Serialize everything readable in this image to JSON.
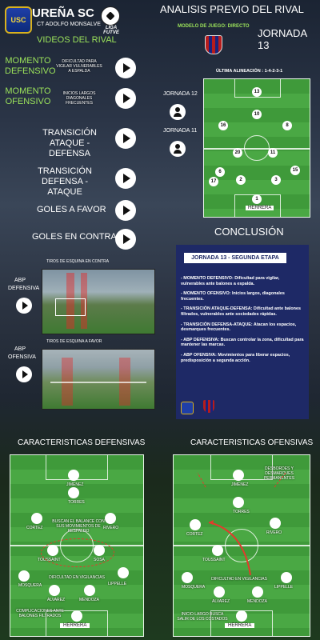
{
  "header": {
    "team_name": "UREÑA SC",
    "coach": "CT ADOLFO MONSALVE",
    "logo_text": "USC",
    "futve_label": "LIGA FUTVE",
    "main_title": "ANALISIS PREVIO DEL RIVAL",
    "game_model": "MODELO DE JUEGO: DIRECTO",
    "jornada": "JORNADA 13",
    "videos_title": "VIDEOS DEL RIVAL"
  },
  "videos": [
    {
      "label": "MOMENTO DEFENSIVO",
      "desc": "DIFICULTAD PARA VIGILAR VULNERABLES A ESPALDA"
    },
    {
      "label": "MOMENTO OFENSIVO",
      "desc": "INICIOS LARGOS DIAGONALES FRECUENTES"
    },
    {
      "label": "TRANSICIÓN ATAQUE - DEFENSA"
    },
    {
      "label": "TRANSICIÓN DEFENSA - ATAQUE"
    },
    {
      "label": "GOLES A FAVOR"
    },
    {
      "label": "GOLES EN CONTRA"
    }
  ],
  "previous": [
    {
      "label": "JORNADA 12"
    },
    {
      "label": "JORNADA 11"
    }
  ],
  "lineup": {
    "title": "ÚLTIMA ALINEACIÓN : 1-4-2-3-1",
    "keeper_name": "HERRERA",
    "numbers": [
      "13",
      "10",
      "16",
      "8",
      "20",
      "11",
      "6",
      "15",
      "2",
      "3",
      "17",
      "1"
    ]
  },
  "abp": [
    {
      "label": "ABP DEFENSIVA",
      "image_caption": "TIROS DE ESQUINA EN CONTRA"
    },
    {
      "label": "ABP OFENSIVA",
      "image_caption": "TIROS DE ESQUINA A FAVOR"
    }
  ],
  "conclusion": {
    "title": "CONCLUSIÓN",
    "header": "JORNADA 13 - SEGUNDA ETAPA",
    "items": [
      "- MOMENTO DEFENSIVO: Dificultad para vigilar, vulnerables ante balones a espalda.",
      "- MOMENTO OFENSIVO: Inicios largos, diagonales frecuentes.",
      "- TRANSICIÓN ATAQUE-DEFENSA: Dificultad ante balones filtrados, vulnerables ante sociedades rápidas.",
      "- TRANSICIÓN DEFENSA-ATAQUE: Atacan los espacios, desmarques frecuentes.",
      "- ABP DEFENSIVA: Buscan controlar la zona, dificultad para mantener las marcas.",
      "- ABP OFENSIVA: Movimientos para liberar espacios, predisposición a segunda acción."
    ]
  },
  "def_section": {
    "title": "CARACTERISTICAS DEFENSIVAS",
    "players": [
      "JIMÉNEZ",
      "TORRES",
      "CORTEZ",
      "RIVERO",
      "TOUSSAINT",
      "SOSA",
      "MOSQUERA",
      "LIPPELLE",
      "ALVAREZ",
      "MENDOZA",
      "HERRERA"
    ],
    "notes": [
      "BUSCAN EL BALANCE CON SUS MOVIMIENTOS DE RESPALDO",
      "DIFICULTAD EN VIGILANCIAS",
      "COMPLICACIONES ANTE BALONES FILTRADOS"
    ]
  },
  "off_section": {
    "title": "CARACTERISTICAS OFENSIVAS",
    "players": [
      "JIMÉNEZ",
      "TORRES",
      "CORTEZ",
      "RIVERO",
      "TOUSSAINT",
      "MOSQUERA",
      "LIPPELLE",
      "ALVAREZ",
      "MENDOZA",
      "HERRERA"
    ],
    "notes": [
      "DESBORDES Y DESMARQUES PERMANENTES",
      "DIFICULTAD EN VIGILANCIAS",
      "INICIO LARGO BUSCA SALIR DE LOS COSTADOS"
    ]
  },
  "colors": {
    "accent_green": "#9be25a",
    "panel_blue": "#1e2966",
    "pitch": "#3f9a3a"
  }
}
